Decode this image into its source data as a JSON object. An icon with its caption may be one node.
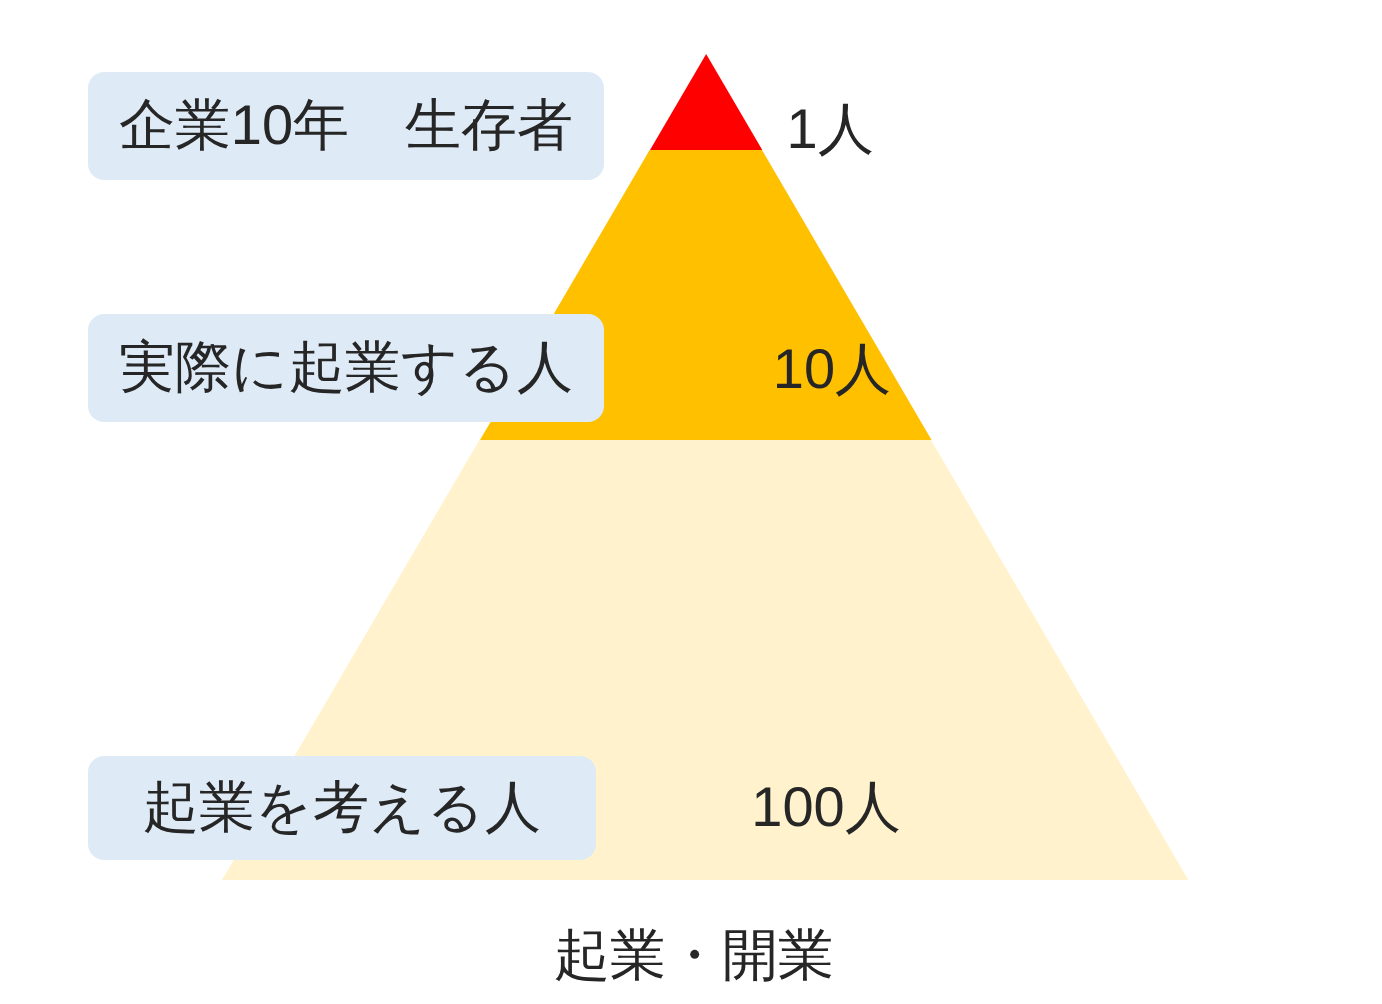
{
  "diagram": {
    "caption": "起業・開業",
    "nodes": [
      {
        "text": [
          "企業10年　生存者"
        ]
      },
      {
        "text": [],
        "shape": "triangle",
        "beside": [
          "1人"
        ]
      },
      {
        "text": [
          "実際に起業する人"
        ]
      },
      {
        "text": [
          "10人"
        ]
      },
      {
        "text": [
          "起業を考える人"
        ]
      },
      {
        "text": [
          "100人"
        ]
      }
    ]
  }
}
